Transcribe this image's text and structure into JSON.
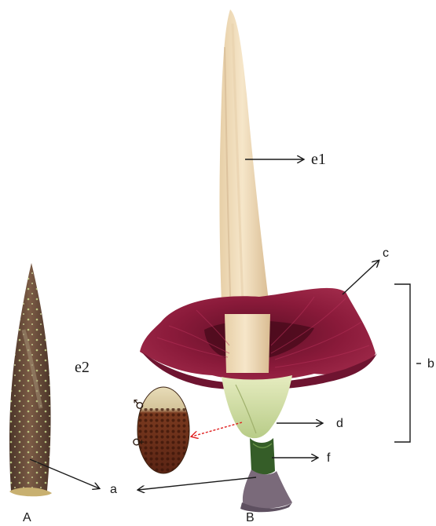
{
  "labels": {
    "e1": "e1",
    "e2": "e2",
    "a": "a",
    "b": "b",
    "c": "c",
    "d": "d",
    "f": "f",
    "panel_a": "A",
    "panel_b": "B",
    "male_symbol": "♂",
    "female_symbol": "♀"
  },
  "colors": {
    "spadix": "#f0dfc0",
    "spathe": "#8a1a3a",
    "spathe_dark": "#5e0f26",
    "spathe_base": "#c8d8a0",
    "stalk": "#3f6a2f",
    "bud": "#6a4a3a",
    "bud_spots": "#c8d890",
    "corm": "#7a6a7a",
    "inset_top": "#d8c8a0",
    "inset_bottom": "#6a2f1a"
  }
}
